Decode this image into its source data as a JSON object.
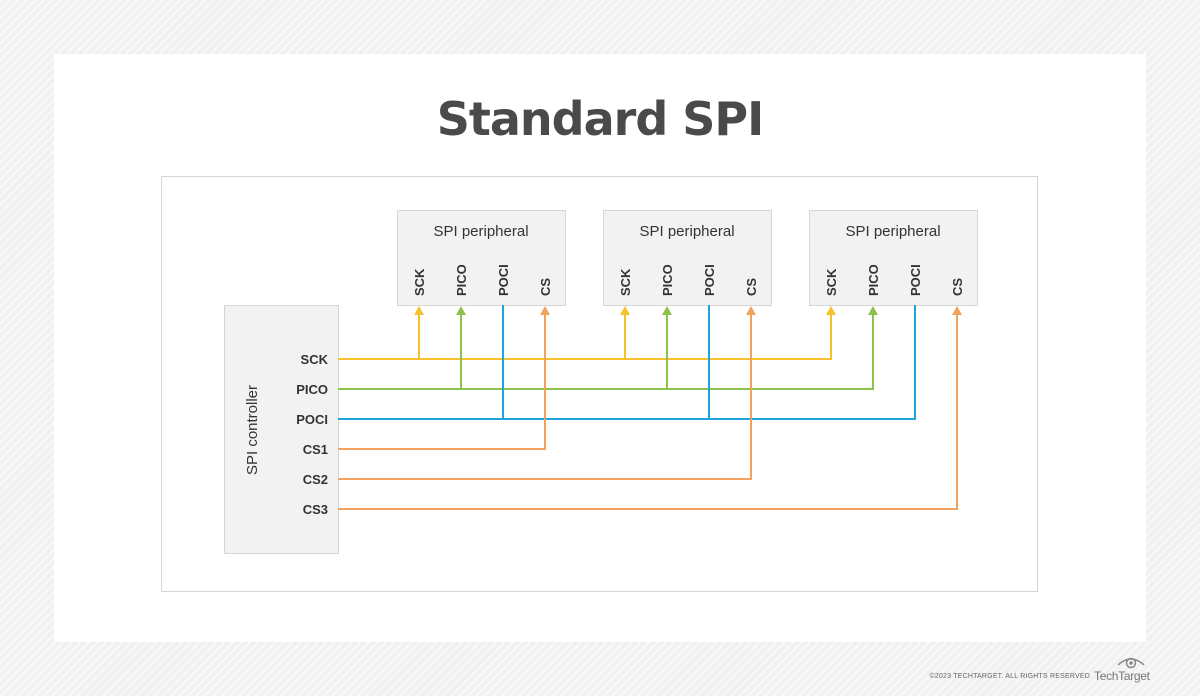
{
  "title": "Standard SPI",
  "controller": {
    "label": "SPI controller",
    "pins": [
      {
        "label": "SCK",
        "color": "#f5c22b"
      },
      {
        "label": "PICO",
        "color": "#8bc34a"
      },
      {
        "label": "POCI",
        "color": "#1ea5dc"
      },
      {
        "label": "CS1",
        "color": "#f0a35e"
      },
      {
        "label": "CS2",
        "color": "#f0a35e"
      },
      {
        "label": "CS3",
        "color": "#f0a35e"
      }
    ]
  },
  "peripherals": [
    {
      "label": "SPI peripheral",
      "pins": [
        "SCK",
        "PICO",
        "POCI",
        "CS"
      ]
    },
    {
      "label": "SPI peripheral",
      "pins": [
        "SCK",
        "PICO",
        "POCI",
        "CS"
      ]
    },
    {
      "label": "SPI peripheral",
      "pins": [
        "SCK",
        "PICO",
        "POCI",
        "CS"
      ]
    }
  ],
  "colors": {
    "sck": "#f5c22b",
    "pico": "#8bc34a",
    "poci": "#1ea5dc",
    "cs": "#f0a35e",
    "box_fill": "#f2f2f2",
    "box_stroke": "#d6d6d6",
    "title": "#4a4a4a"
  },
  "footer": {
    "copyright": "©2023 TECHTARGET. ALL RIGHTS RESERVED",
    "brand": "TechTarget"
  },
  "brand_icon": "eye-logo-icon"
}
